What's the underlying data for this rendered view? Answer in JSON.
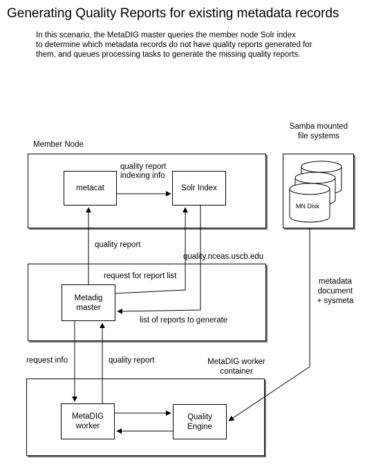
{
  "title": "Generating Quality Reports for existing metadata records",
  "intro": [
    "In this scenario, the  MetaDIG master queries the member node Solr index",
    "to determine which metadata records do not have quality reports generated for",
    "them, and queues processing tasks to generate the missing quality reports."
  ],
  "containers": {
    "member_node": "Member Node",
    "samba": [
      "Samba mounted",
      "file systems"
    ],
    "quality_host": "quality.nceas.uscb.edu",
    "worker_container": [
      "MetaDIG worker",
      "container"
    ]
  },
  "nodes": {
    "metacat": "metacat",
    "solr": "Solr Index",
    "master": [
      "Metadig",
      "master"
    ],
    "worker": [
      "MetaDIG",
      "worker"
    ],
    "engine": [
      "Quality",
      "Engine"
    ],
    "disk": "MN Disk"
  },
  "edges": {
    "indexing": [
      "quality report",
      "indexing info"
    ],
    "quality_report_up": "quality report",
    "request_report_list": "request for report list",
    "list_to_generate": "list of reports to generate",
    "request_info": "request info",
    "quality_report_worker": "quality report",
    "metadata": [
      "metadata",
      "document",
      "+ sysmeta"
    ]
  }
}
